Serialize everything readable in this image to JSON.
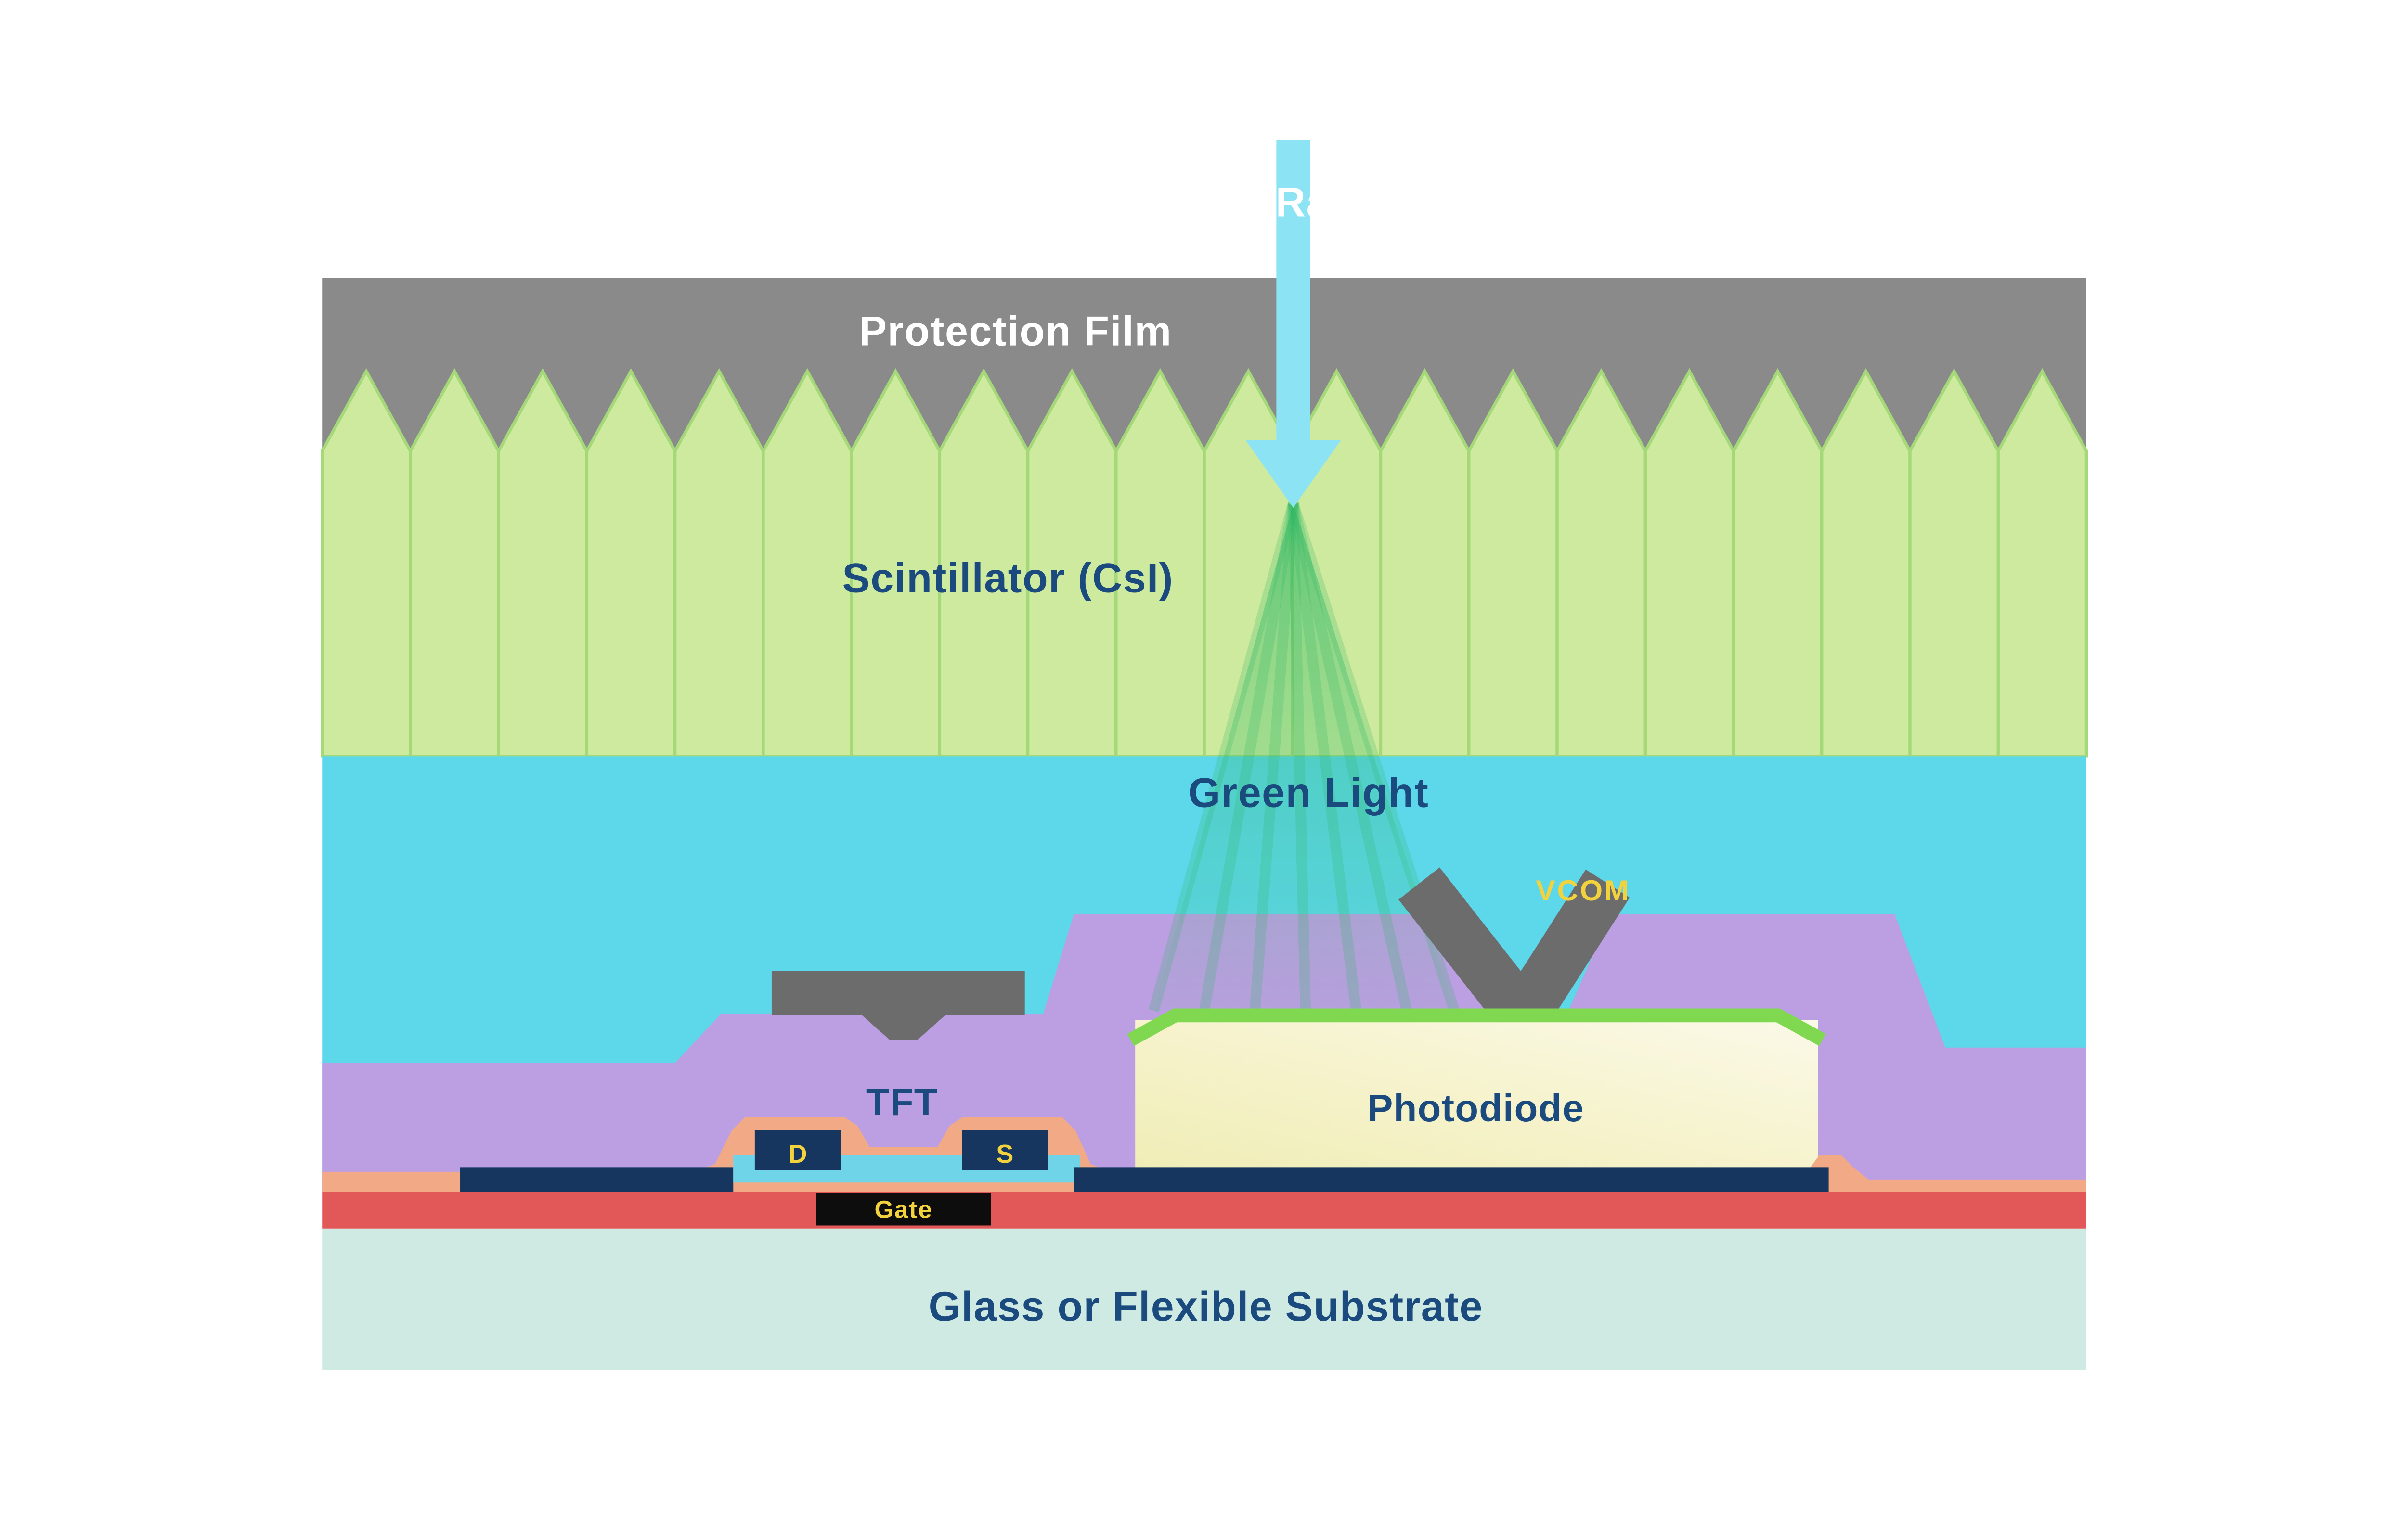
{
  "diagram": {
    "labels": {
      "xray": "X-Ray",
      "protection_film": "Protection Film",
      "scintillator": "Scintillator (CsI)",
      "green_light": "Green Light",
      "vcom": "VCOM",
      "photodiode": "Photodiode",
      "tft": "TFT",
      "drain": "D",
      "source": "S",
      "gate": "Gate",
      "substrate": "Glass or Flexible Substrate"
    },
    "colors": {
      "protection_film": "#8a8a8a",
      "scintillator_fill": "#cdea9e",
      "scintillator_edge": "#a5d878",
      "air_gap": "#5dd7ea",
      "xray_arrow": "#8ce3f4",
      "green_light_ray": "#2eb865",
      "planarization_purple": "#bc9fe2",
      "metal_shield_gray": "#6c6c6c",
      "photodiode_top_green": "#7fd84f",
      "passivation_salmon": "#f2a985",
      "metal_navy": "#16365f",
      "channel_cyan": "#6fd4e8",
      "gate_black": "#0d0d0d",
      "red_layer": "#e25757",
      "substrate_mint": "#cfe9e3",
      "label_navy": "#1b4a7e",
      "label_yellow": "#f2d23d",
      "label_white": "#ffffff"
    }
  }
}
